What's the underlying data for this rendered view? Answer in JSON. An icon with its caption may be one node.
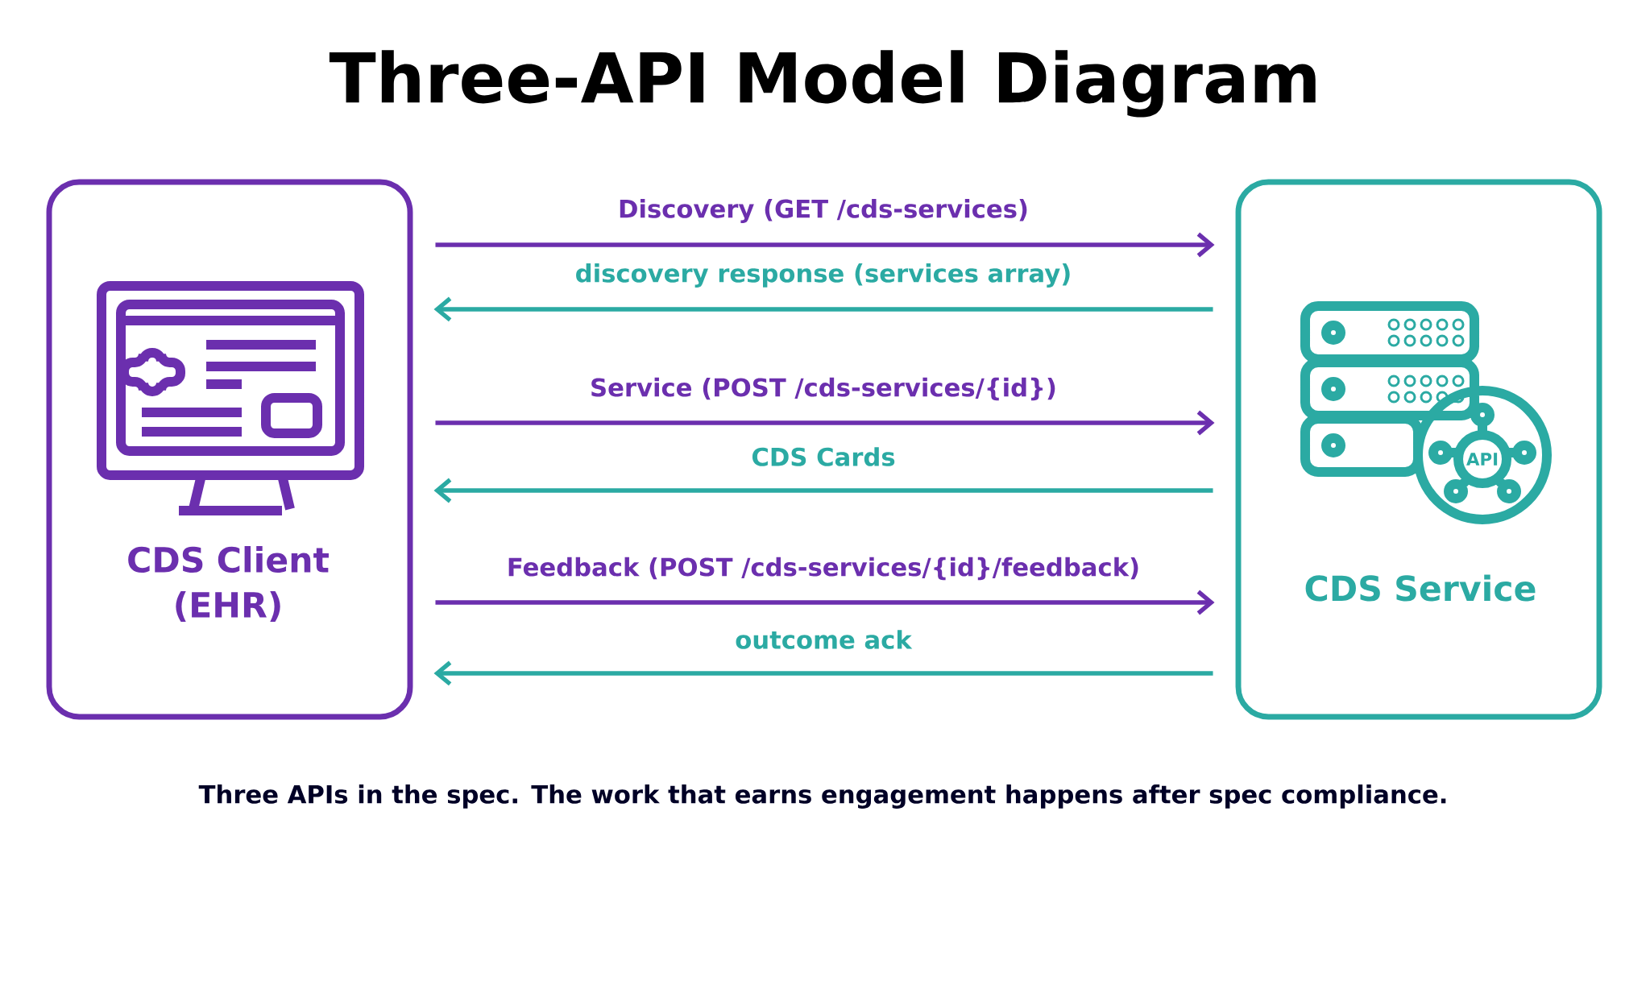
{
  "diagram": {
    "title": "Three-API Model Diagram",
    "caption": "Three APIs in the spec. The work that earns engagement happens after spec compliance.",
    "nodes": [
      {
        "text": [
          "CDS Client (EHR)"
        ]
      },
      {
        "text": [
          "CDS Service"
        ]
      }
    ],
    "edges": [
      {
        "from": 0,
        "to": 1,
        "arrow": "to",
        "label": "Discovery (GET /cds-services)",
        "color": "#6b2fae"
      },
      {
        "from": 1,
        "to": 0,
        "arrow": "to",
        "label": "discovery response (services array)",
        "color": "#2baaa3"
      },
      {
        "from": 0,
        "to": 1,
        "arrow": "to",
        "label": "Service (POST /cds-services/{id})",
        "color": "#6b2fae"
      },
      {
        "from": 1,
        "to": 0,
        "arrow": "to",
        "label": "CDS Cards",
        "color": "#2baaa3"
      },
      {
        "from": 0,
        "to": 1,
        "arrow": "to",
        "label": "Feedback (POST /cds-services/{id}/feedback)",
        "color": "#6b2fae"
      },
      {
        "from": 1,
        "to": 0,
        "arrow": "to",
        "label": "outcome ack",
        "color": "#2baaa3"
      }
    ],
    "labels": [
      "API"
    ]
  }
}
